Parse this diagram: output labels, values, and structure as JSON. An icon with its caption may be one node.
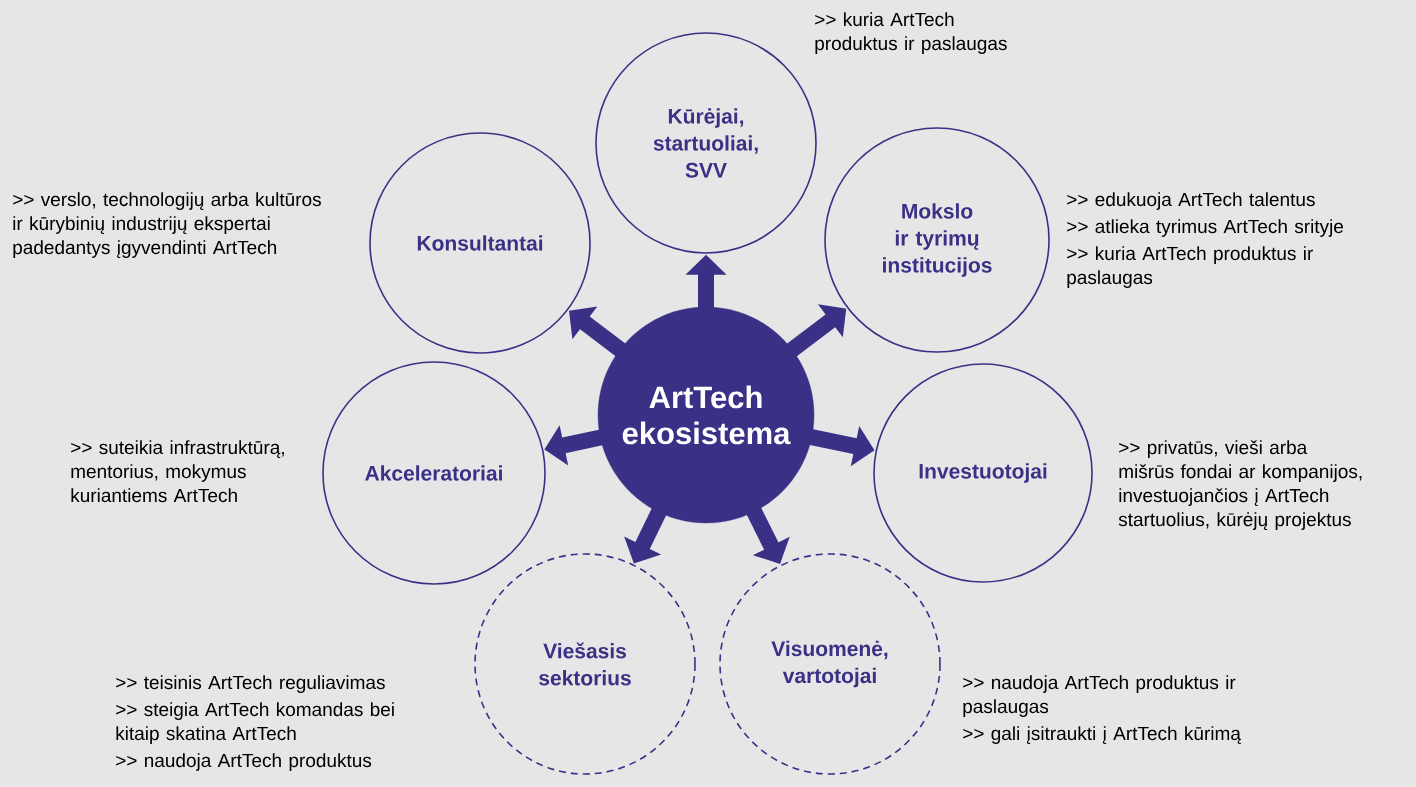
{
  "diagram": {
    "nodes": [
      {
        "text": [
          "ArtTech ekosistema"
        ]
      },
      {
        "text": [
          "Kūrėjai, startuoliai, SVV"
        ],
        "beside": [
          ">> kuria ArtTech produktus ir paslaugas"
        ]
      },
      {
        "text": [
          "Konsultantai"
        ],
        "beside": [
          ">> verslo, technologijų arba kultūros ir kūrybinių industrijų ekspertai padedantys įgyvendinti ArtTech"
        ]
      },
      {
        "text": [
          "Mokslo ir tyrimų institucijos"
        ],
        "beside": [
          ">> edukuoja ArtTech talentus",
          ">> atlieka tyrimus ArtTech srityje",
          ">> kuria ArtTech produktus ir paslaugas"
        ]
      },
      {
        "text": [
          "Akceleratoriai"
        ],
        "beside": [
          ">> suteikia infrastruktūrą, mentorius, mokymus kuriantiems ArtTech"
        ]
      },
      {
        "text": [
          "Investuotojai"
        ],
        "beside": [
          ">> privatūs, vieši arba mišrūs fondai ar kompanijos, investuojančios į ArtTech startuolius, kūrėjų projektus"
        ]
      },
      {
        "text": [
          "Viešasis sektorius"
        ],
        "beside": [
          ">> teisinis ArtTech reguliavimas",
          ">> steigia ArtTech komandas bei kitaip skatina ArtTech",
          ">> naudoja ArtTech produktus"
        ]
      },
      {
        "text": [
          "Visuomenė, vartotojai"
        ],
        "beside": [
          ">> naudoja ArtTech produktus ir paslaugas",
          ">> gali įsitraukti į ArtTech kūrimą"
        ]
      }
    ],
    "edges": [
      {
        "from": 0,
        "to": 1,
        "arrow": "to"
      },
      {
        "from": 0,
        "to": 2,
        "arrow": "to"
      },
      {
        "from": 0,
        "to": 3,
        "arrow": "to"
      },
      {
        "from": 0,
        "to": 4,
        "arrow": "to"
      },
      {
        "from": 0,
        "to": 5,
        "arrow": "to"
      },
      {
        "from": 0,
        "to": 6,
        "arrow": "to"
      },
      {
        "from": 0,
        "to": 7,
        "arrow": "to"
      }
    ]
  }
}
